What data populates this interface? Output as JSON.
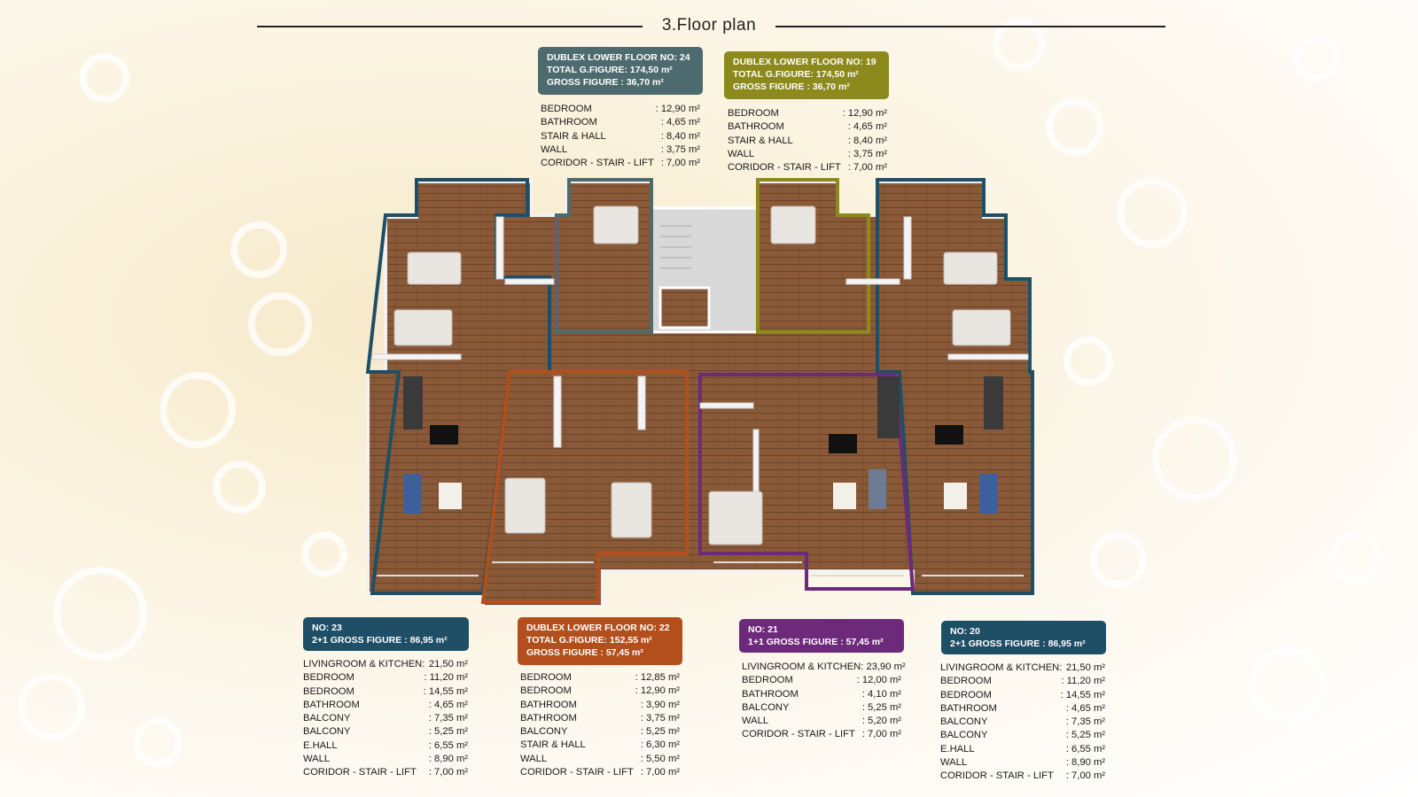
{
  "title": "3.Floor  plan",
  "colors": {
    "teal": "#1e4f66",
    "slate": "#4d6a6f",
    "olive": "#8c8a1c",
    "orange": "#b24f1c",
    "purple": "#6e2a7a",
    "floor": "#8a5a38"
  },
  "units": {
    "u24": {
      "heading": [
        "DUBLEX LOWER FLOOR NO: 24",
        "TOTAL G.FIGURE: 174,50 m²",
        "GROSS FIGURE : 36,70 m²"
      ],
      "rows": [
        {
          "label": "BEDROOM",
          "value": ": 12,90 m²"
        },
        {
          "label": "BATHROOM",
          "value": ":   4,65 m²"
        },
        {
          "label": "STAIR & HALL",
          "value": ":   8,40 m²"
        },
        {
          "label": "WALL",
          "value": ":   3,75 m²"
        },
        {
          "label": "CORIDOR - STAIR - LIFT",
          "value": ":   7,00 m²"
        }
      ]
    },
    "u19": {
      "heading": [
        "DUBLEX LOWER FLOOR NO: 19",
        "TOTAL G.FIGURE: 174,50 m²",
        "GROSS FIGURE : 36,70 m²"
      ],
      "rows": [
        {
          "label": "BEDROOM",
          "value": ": 12,90 m²"
        },
        {
          "label": "BATHROOM",
          "value": ":   4,65 m²"
        },
        {
          "label": "STAIR & HALL",
          "value": ":   8,40 m²"
        },
        {
          "label": "WALL",
          "value": ":   3,75 m²"
        },
        {
          "label": "CORIDOR - STAIR - LIFT",
          "value": ":   7,00 m²"
        }
      ]
    },
    "u23": {
      "heading": [
        "NO: 23",
        "2+1 GROSS FIGURE : 86,95 m²"
      ],
      "rows": [
        {
          "label": "LIVINGROOM & KITCHEN:",
          "value": "21,50 m²"
        },
        {
          "label": "BEDROOM",
          "value": ": 11,20 m²"
        },
        {
          "label": "BEDROOM",
          "value": ": 14,55 m²"
        },
        {
          "label": "BATHROOM",
          "value": ":   4,65 m²"
        },
        {
          "label": "BALCONY",
          "value": ":   7,35 m²"
        },
        {
          "label": "BALCONY",
          "value": ":   5,25 m²"
        },
        {
          "label": "E.HALL",
          "value": ":   6,55 m²"
        },
        {
          "label": "WALL",
          "value": ":   8,90 m²"
        },
        {
          "label": "CORIDOR - STAIR - LIFT",
          "value": ":   7,00 m²"
        }
      ]
    },
    "u22": {
      "heading": [
        "DUBLEX LOWER FLOOR NO: 22",
        "TOTAL G.FIGURE: 152,55 m²",
        "GROSS FIGURE : 57,45 m²"
      ],
      "rows": [
        {
          "label": "BEDROOM",
          "value": ": 12,85 m²"
        },
        {
          "label": "BEDROOM",
          "value": ": 12,90 m²"
        },
        {
          "label": "BATHROOM",
          "value": ":   3,90 m²"
        },
        {
          "label": "BATHROOM",
          "value": ":   3,75 m²"
        },
        {
          "label": "BALCONY",
          "value": ":   5,25 m²"
        },
        {
          "label": "STAIR & HALL",
          "value": ":   6,30 m²"
        },
        {
          "label": "WALL",
          "value": ":   5,50 m²"
        },
        {
          "label": "CORIDOR - STAIR - LIFT",
          "value": ":   7,00 m²"
        }
      ]
    },
    "u21": {
      "heading": [
        "NO: 21",
        "1+1 GROSS FIGURE : 57,45 m²"
      ],
      "rows": [
        {
          "label": "LIVINGROOM & KITCHEN",
          "value": ": 23,90 m²"
        },
        {
          "label": "BEDROOM",
          "value": ": 12,00 m²"
        },
        {
          "label": "BATHROOM",
          "value": ":   4,10 m²"
        },
        {
          "label": "BALCONY",
          "value": ":   5,25 m²"
        },
        {
          "label": "WALL",
          "value": ":   5,20 m²"
        },
        {
          "label": "CORIDOR - STAIR - LIFT",
          "value": ":   7,00 m²"
        }
      ]
    },
    "u20": {
      "heading": [
        "NO: 20",
        "2+1 GROSS FIGURE : 86,95 m²"
      ],
      "rows": [
        {
          "label": "LIVINGROOM & KITCHEN:",
          "value": "21,50 m²"
        },
        {
          "label": "BEDROOM",
          "value": ": 11,20 m²"
        },
        {
          "label": "BEDROOM",
          "value": ": 14,55 m²"
        },
        {
          "label": "BATHROOM",
          "value": ":   4,65 m²"
        },
        {
          "label": "BALCONY",
          "value": ":   7,35 m²"
        },
        {
          "label": "BALCONY",
          "value": ":   5,25 m²"
        },
        {
          "label": "E.HALL",
          "value": ":   6,55 m²"
        },
        {
          "label": "WALL",
          "value": ":   8,90 m²"
        },
        {
          "label": "CORIDOR - STAIR - LIFT",
          "value": ":   7,00 m²"
        }
      ]
    }
  }
}
